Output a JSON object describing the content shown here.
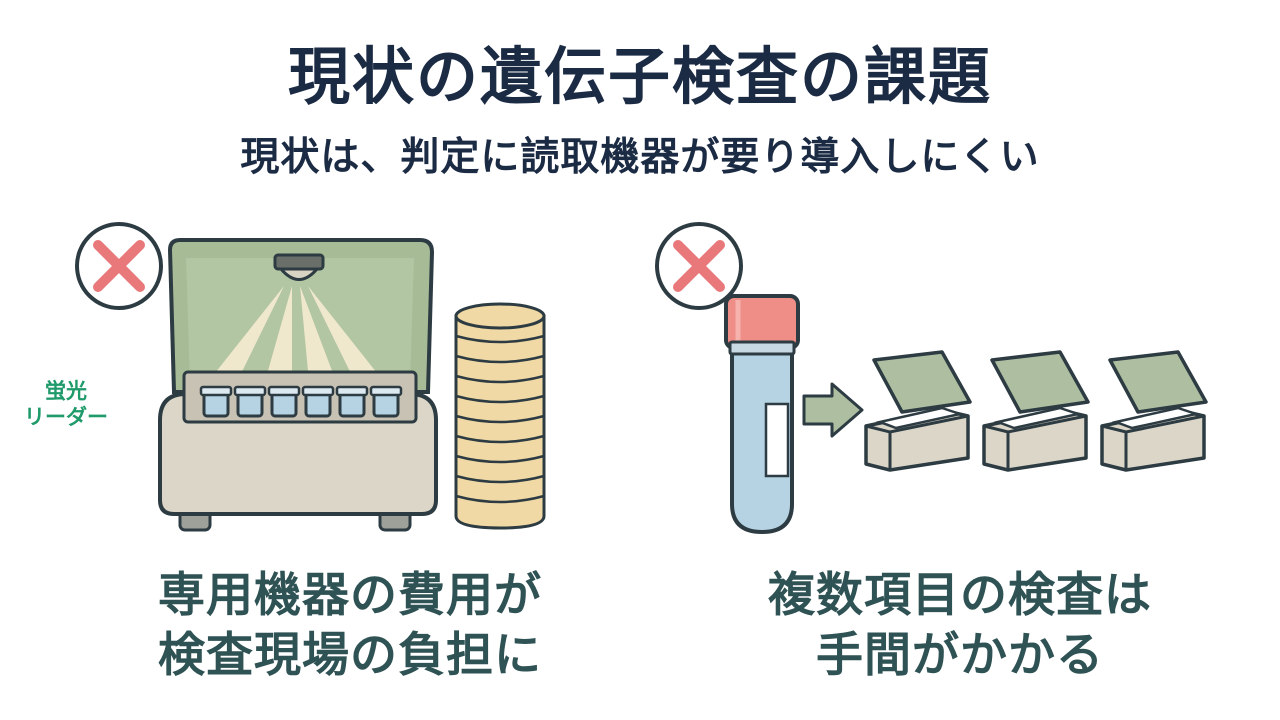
{
  "title": "現状の遺伝子検査の課題",
  "subtitle": "現状は、判定に読取機器が要り導入しにくい",
  "left_panel": {
    "device_label_line1": "蛍光",
    "device_label_line2": "リーダー",
    "caption_line1": "専用機器の費用が",
    "caption_line2": "検査現場の負担に",
    "status_icon": "x-mark-icon"
  },
  "right_panel": {
    "caption_line1": "複数項目の検査は",
    "caption_line2": "手間がかかる",
    "status_icon": "x-mark-icon"
  },
  "colors": {
    "heading": "#1c2b44",
    "caption": "#2f5254",
    "label": "#1f9a6a",
    "x_mark": "#e8787a",
    "lid_green": "#a6bb96",
    "device_body": "#dcd6c8",
    "coin": "#f1d9a6",
    "tube_body": "#b6d3e4",
    "tube_cap": "#ef8e86",
    "box_lid": "#adbea1",
    "outline": "#2d3b42"
  }
}
